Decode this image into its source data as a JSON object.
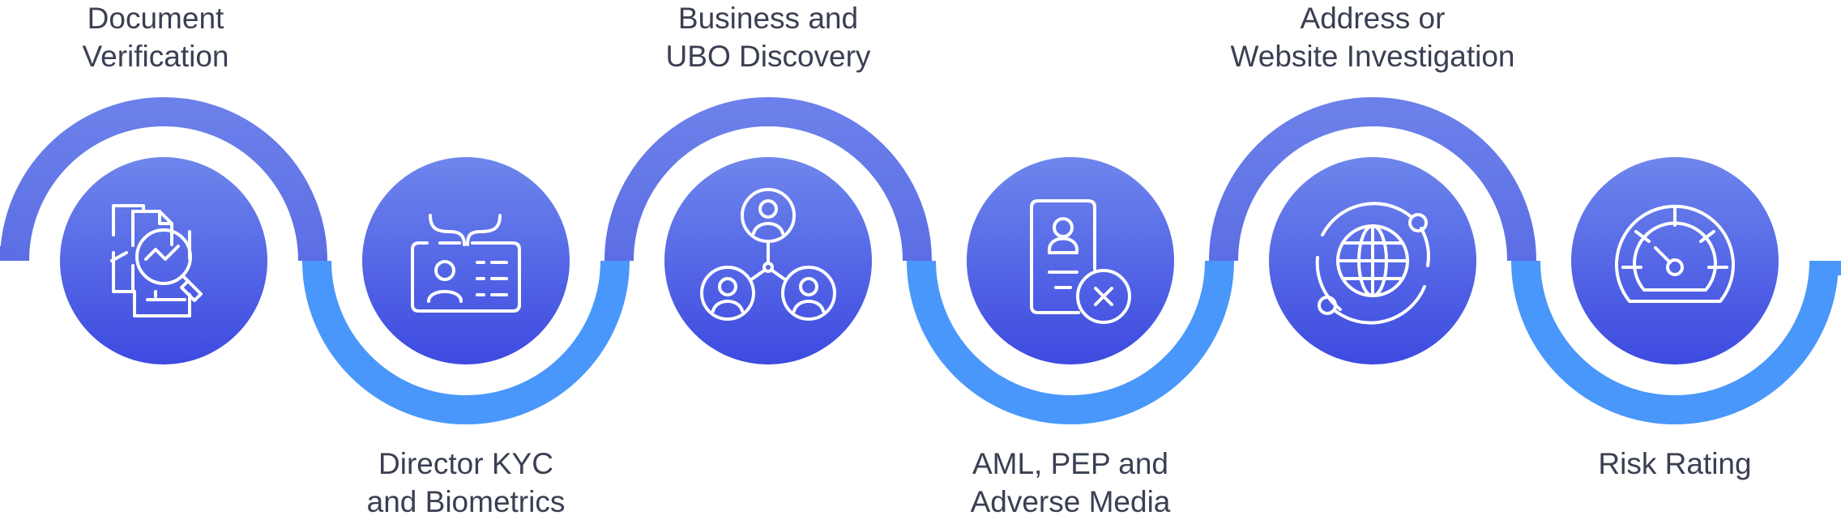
{
  "steps": [
    {
      "line1": "Document",
      "line2": "Verification",
      "icon": "document-magnifier-icon",
      "label_pos": "top"
    },
    {
      "line1": "Director KYC",
      "line2": "and Biometrics",
      "icon": "id-card-biometric-icon",
      "label_pos": "bottom"
    },
    {
      "line1": "Business and",
      "line2": "UBO Discovery",
      "icon": "ownership-network-icon",
      "label_pos": "top"
    },
    {
      "line1": "AML, PEP and",
      "line2": "Adverse Media",
      "icon": "person-document-rejected-icon",
      "label_pos": "bottom"
    },
    {
      "line1": "Address or",
      "line2": "Website Investigation",
      "icon": "globe-orbit-icon",
      "label_pos": "top"
    },
    {
      "line1": "Risk Rating",
      "line2": "",
      "icon": "gauge-meter-icon",
      "label_pos": "bottom"
    }
  ],
  "colors": {
    "upper_arc_top": "#6b80ea",
    "upper_arc_bottom": "#5b6ee4",
    "lower_arc": "#4a97fb",
    "circle_top": "#6e86ec",
    "circle_bottom": "#3d4ae0",
    "icon_stroke": "#ffffff",
    "label_text": "#3a3f52"
  }
}
